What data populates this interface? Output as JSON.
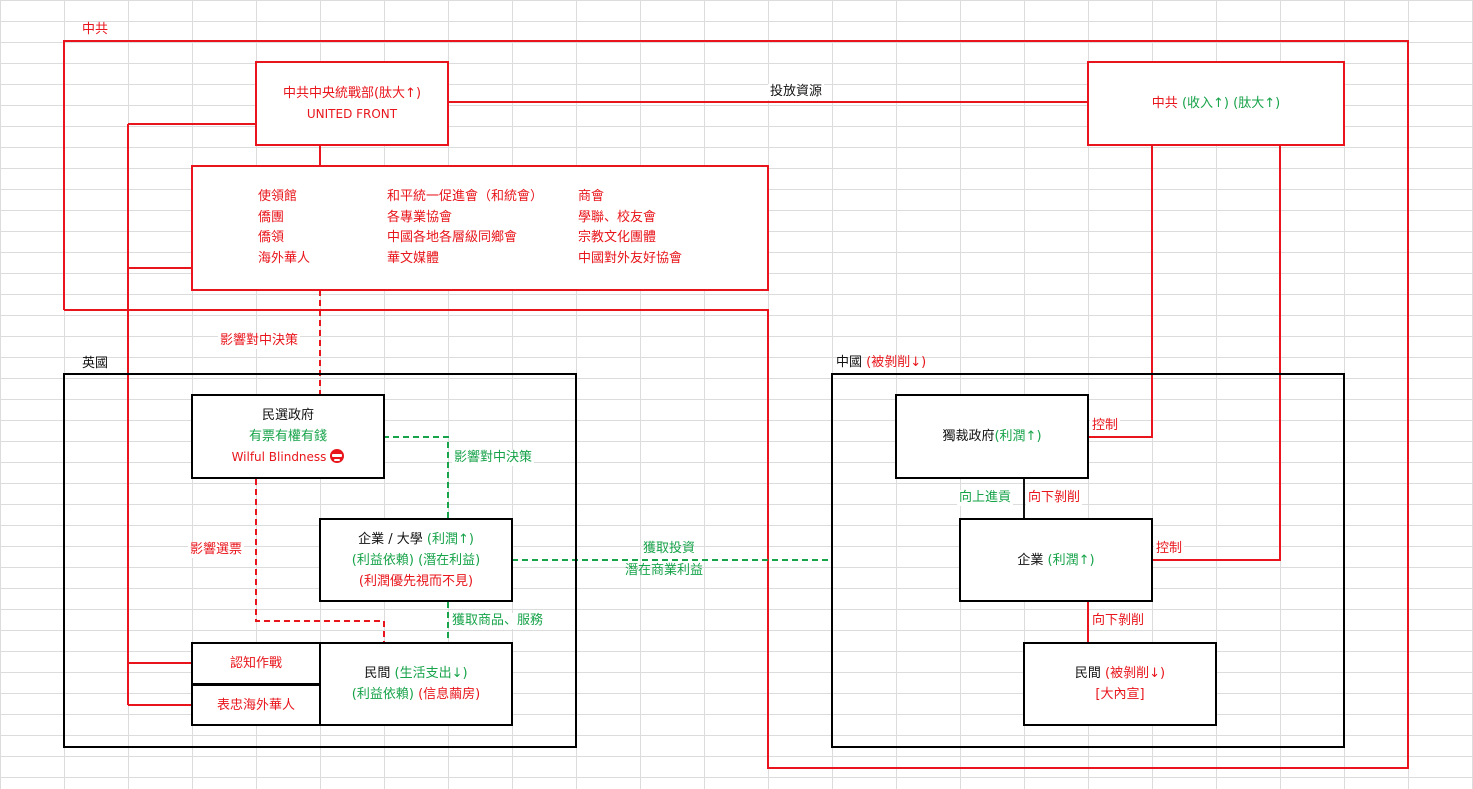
{
  "labels": {
    "ccp_outer": "中共",
    "uk": "英國",
    "china_prefix": "中國",
    "china_suffix": "(被剝削↓)"
  },
  "ufwd": {
    "title_main": "中共中央統戰部",
    "title_suffix": "(肽大↑)",
    "subtitle": "UNITED FRONT"
  },
  "ccp_box": {
    "title": "中共",
    "income": "(收入↑)",
    "expand": "(肽大↑)"
  },
  "orgs": {
    "col1": [
      "使領館",
      "僑團",
      "僑領",
      "海外華人"
    ],
    "col2": [
      "和平統一促進會（和統會）",
      "各專業協會",
      "中國各地各層級同鄉會",
      "華文媒體"
    ],
    "col3": [
      "商會",
      "學聯、校友會",
      "宗教文化團體",
      "中國對外友好協會"
    ]
  },
  "uk_gov": {
    "title": "民選政府",
    "line2": "有票有權有錢",
    "line3": "Wilful Blindness",
    "icon": "see-no-evil-face-icon"
  },
  "uk_ent": {
    "title": "企業 / 大學",
    "title_suffix": "(利潤↑)",
    "line2_a": "(利益依賴)",
    "line2_b": "(潛在利益)",
    "line3": "(利潤優先視而不見)"
  },
  "uk_people": {
    "title": "民間",
    "title_suffix": "(生活支出↓)",
    "line2_a": "(利益依賴)",
    "line2_b": "(信息繭房)"
  },
  "cognitive": "認知作戰",
  "loyalty": "表忠海外華人",
  "cn_gov": {
    "title": "獨裁政府",
    "suffix": "(利潤↑)"
  },
  "cn_ent": {
    "title": "企業",
    "suffix": "(利潤↑)"
  },
  "cn_people": {
    "title": "民間",
    "suffix": "(被剝削↓)",
    "line2": "[大內宣]"
  },
  "edges": {
    "invest_resources": "投放資源",
    "influence_policy_red": "影響對中決策",
    "influence_policy_green": "影響對中決策",
    "influence_votes": "影響選票",
    "get_goods": "獲取商品、服務",
    "get_invest_1": "獲取投資",
    "get_invest_2": "潛在商業利益",
    "control_1": "控制",
    "control_2": "控制",
    "upward_tribute": "向上進貢",
    "downward_exploit_1": "向下剝削",
    "downward_exploit_2": "向下剝削"
  },
  "colors": {
    "red": "#e8161c",
    "green": "#17a34a",
    "black": "#000000",
    "grid": "#dcdcdc"
  }
}
